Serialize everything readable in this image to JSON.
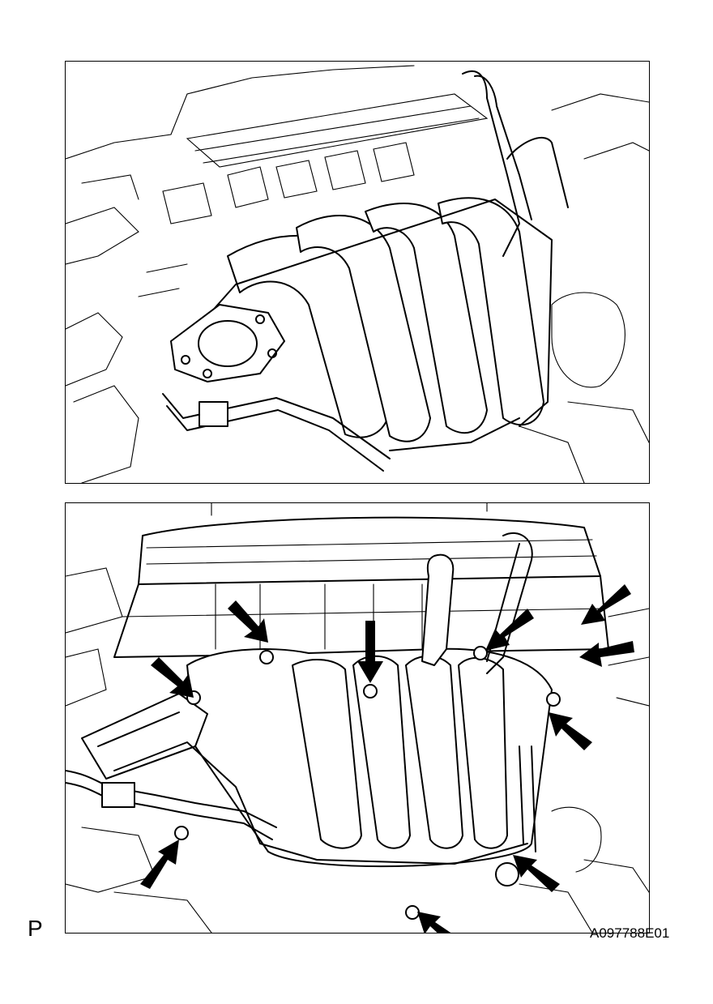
{
  "figure": {
    "view_letter": "P",
    "figure_code": "A097788E01"
  },
  "icons": {
    "top_view": "intake-manifold-installed-drawing",
    "bottom_view": "intake-manifold-bolt-locations-drawing",
    "arrow": "solid-pointer-arrow"
  },
  "colors": {
    "line": "#000000",
    "background": "#ffffff"
  }
}
